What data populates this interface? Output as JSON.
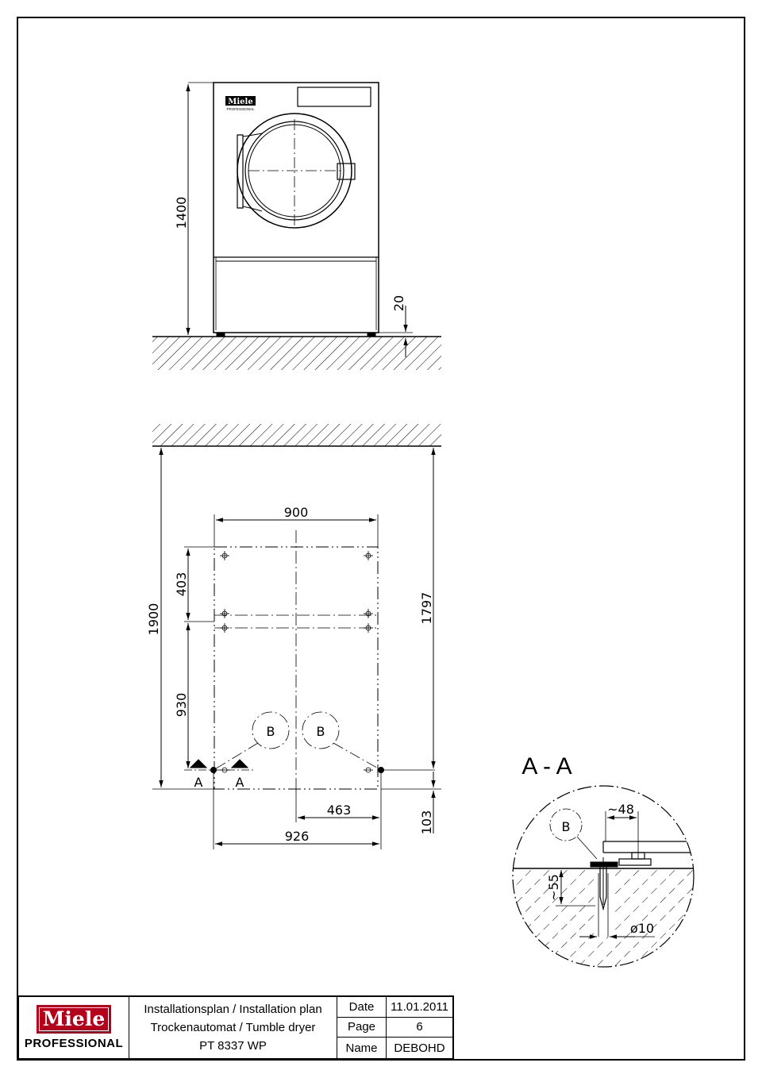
{
  "elevation": {
    "brand_label": "Miele",
    "brand_sublabel": "PROFESSIONAL",
    "dim_height": "1400",
    "dim_feet": "20"
  },
  "plan": {
    "dim_width_top": "900",
    "dim_depth_403": "403",
    "dim_depth_930": "930",
    "dim_total_depth": "1900",
    "dim_1797": "1797",
    "dim_463": "463",
    "dim_926": "926",
    "dim_103": "103",
    "detail_marker": "B",
    "section_marker": "A"
  },
  "detail": {
    "title": "A - A",
    "marker": "B",
    "dim_48": "~48",
    "dim_55": "~55",
    "dim_dia": "ø10"
  },
  "titleblock": {
    "logo_text": "Miele",
    "logo_sub": "PROFESSIONAL",
    "line1": "Installationsplan / Installation plan",
    "line2": "Trockenautomat / Tumble dryer",
    "line3": "PT 8337 WP",
    "date_label": "Date",
    "date_value": "11.01.2011",
    "page_label": "Page",
    "page_value": "6",
    "name_label": "Name",
    "name_value": "DEBOHD"
  },
  "colors": {
    "line": "#000000",
    "brand": "#b3001b"
  }
}
